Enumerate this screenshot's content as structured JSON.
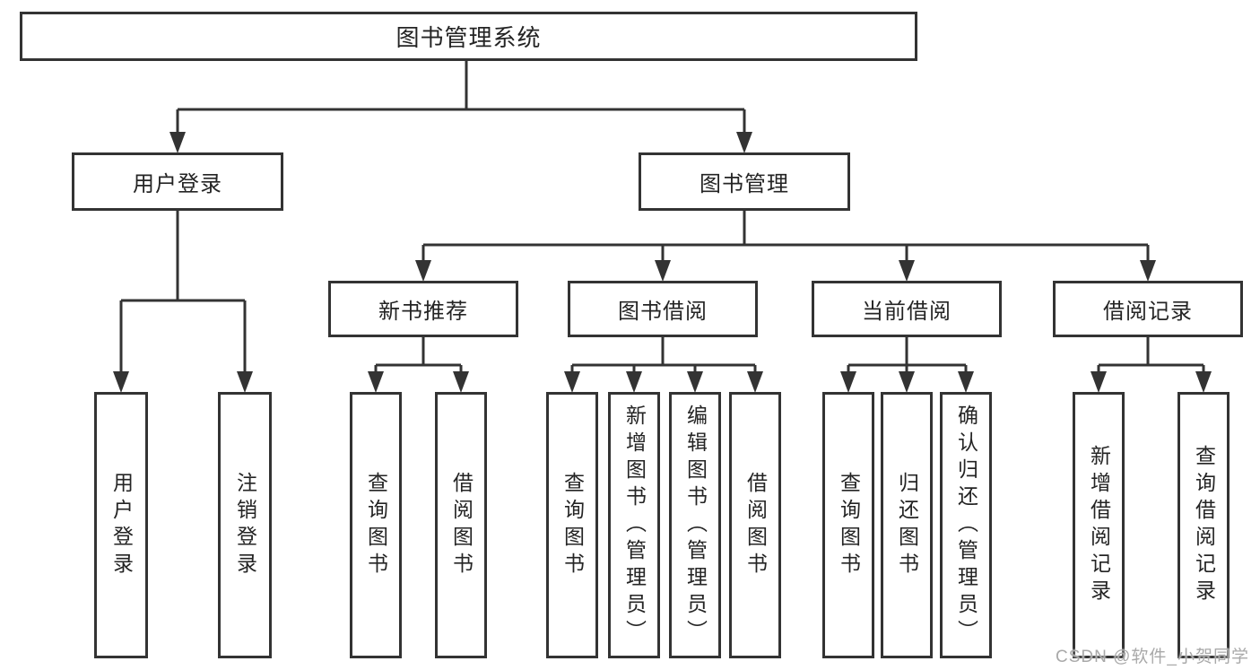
{
  "tree": {
    "root": {
      "label": "图书管理系统",
      "children": [
        {
          "label": "用户登录",
          "children": [
            {
              "label": "用户登录"
            },
            {
              "label": "注销登录"
            }
          ]
        },
        {
          "label": "图书管理",
          "children": [
            {
              "label": "新书推荐",
              "children": [
                {
                  "label": "查询图书"
                },
                {
                  "label": "借阅图书"
                }
              ]
            },
            {
              "label": "图书借阅",
              "children": [
                {
                  "label": "查询图书"
                },
                {
                  "label": "新增图书（管理员）"
                },
                {
                  "label": "编辑图书（管理员）"
                },
                {
                  "label": "借阅图书"
                }
              ]
            },
            {
              "label": "当前借阅",
              "children": [
                {
                  "label": "查询图书"
                },
                {
                  "label": "归还图书"
                },
                {
                  "label": "确认归还（管理员）"
                }
              ]
            },
            {
              "label": "借阅记录",
              "children": [
                {
                  "label": "新增借阅记录"
                },
                {
                  "label": "查询借阅记录"
                }
              ]
            }
          ]
        }
      ]
    }
  },
  "watermark": {
    "text": "CSDN @软件_小贺同学"
  },
  "colors": {
    "line": "#333333",
    "text": "#242424",
    "watermark": "#a9a9a9",
    "background": "#ffffff"
  }
}
